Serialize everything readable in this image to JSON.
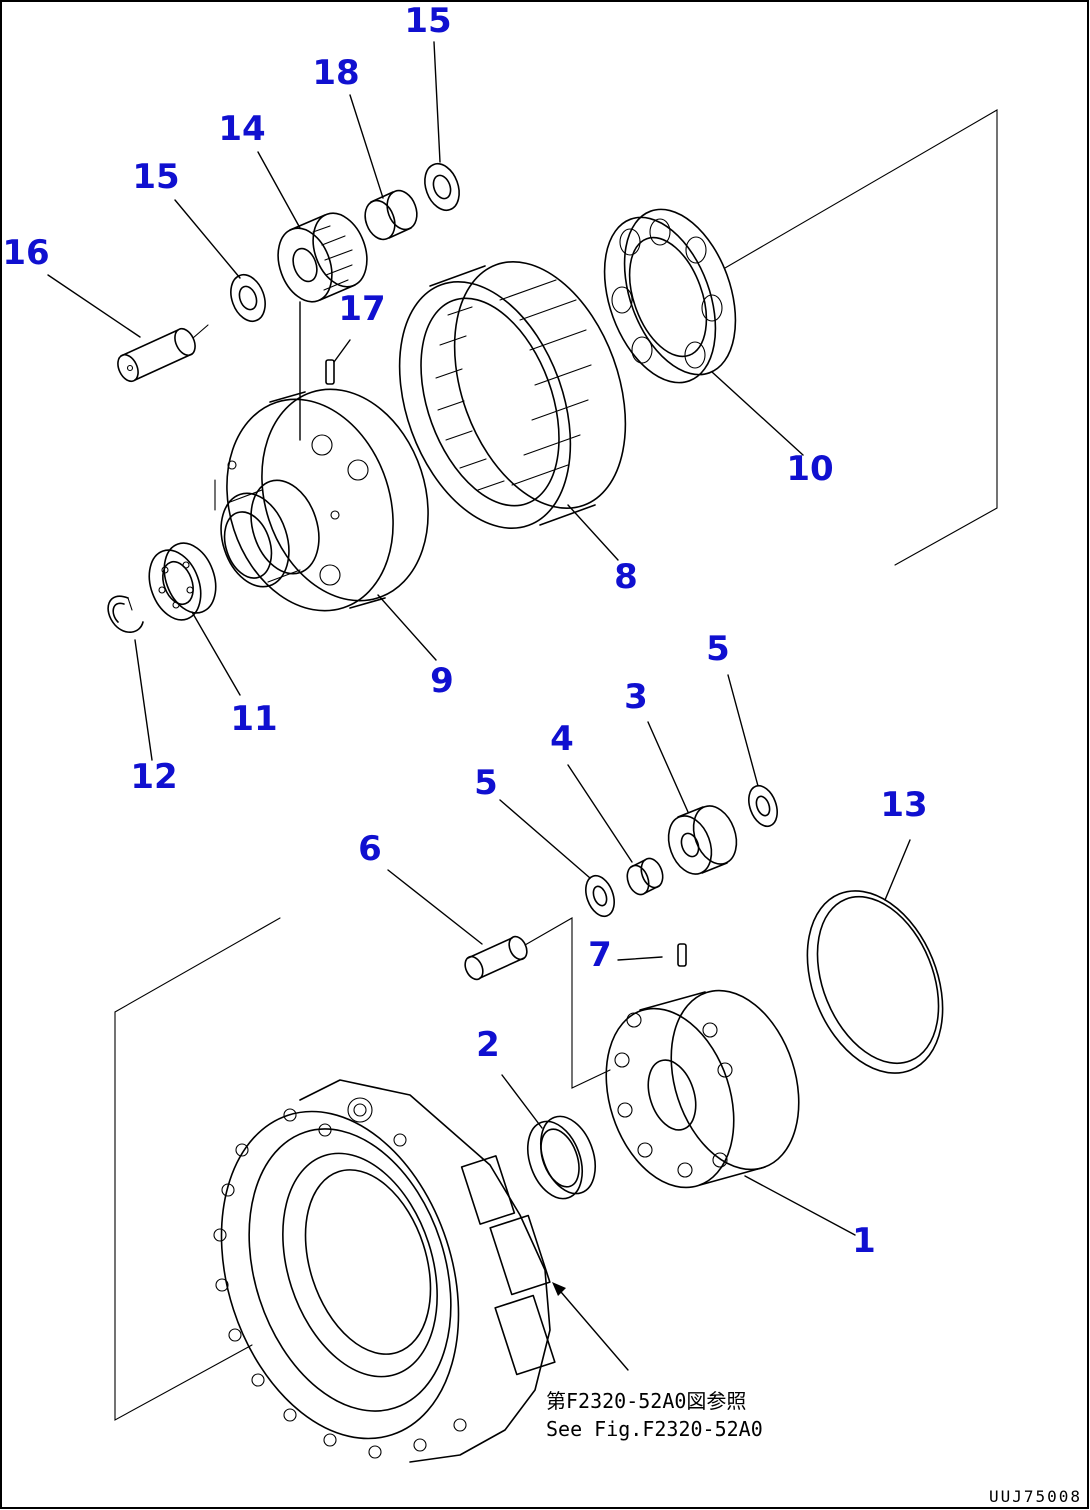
{
  "callouts": [
    {
      "id": "c15a",
      "label": "15"
    },
    {
      "id": "c18",
      "label": "18"
    },
    {
      "id": "c14",
      "label": "14"
    },
    {
      "id": "c15b",
      "label": "15"
    },
    {
      "id": "c16",
      "label": "16"
    },
    {
      "id": "c17",
      "label": "17"
    },
    {
      "id": "c10",
      "label": "10"
    },
    {
      "id": "c8",
      "label": "8"
    },
    {
      "id": "c9",
      "label": "9"
    },
    {
      "id": "c11",
      "label": "11"
    },
    {
      "id": "c12",
      "label": "12"
    },
    {
      "id": "c5a",
      "label": "5"
    },
    {
      "id": "c3",
      "label": "3"
    },
    {
      "id": "c4",
      "label": "4"
    },
    {
      "id": "c5b",
      "label": "5"
    },
    {
      "id": "c13",
      "label": "13"
    },
    {
      "id": "c6",
      "label": "6"
    },
    {
      "id": "c7",
      "label": "7"
    },
    {
      "id": "c2",
      "label": "2"
    },
    {
      "id": "c1",
      "label": "1"
    }
  ],
  "reference_note": {
    "line1": "第F2320-52A0図参照",
    "line2": "See Fig.F2320-52A0"
  },
  "drawing_code": "UUJ75008",
  "colors": {
    "callout": "#1010d0",
    "line": "#000000",
    "background": "#ffffff"
  }
}
